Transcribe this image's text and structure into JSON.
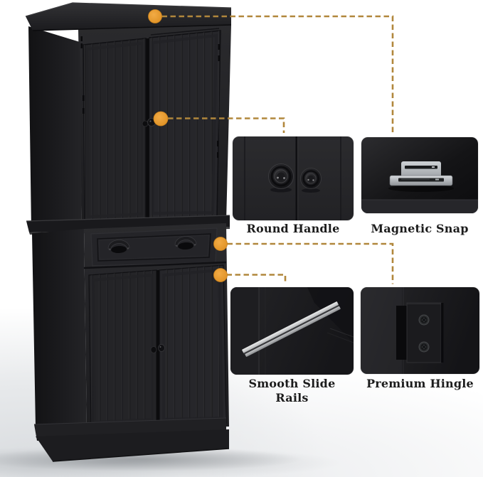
{
  "features": [
    {
      "id": "round-handle",
      "label": "Round Handle"
    },
    {
      "id": "magnetic-snap",
      "label": "Magnetic Snap"
    },
    {
      "id": "smooth-slide-rails",
      "label": "Smooth Slide Rails"
    },
    {
      "id": "premium-hingle",
      "label": "Premium Hingle"
    }
  ],
  "icons": {
    "callout_dot": "filled-orange-circle",
    "leader_line": "gold-dashed-elbow-line"
  },
  "colors": {
    "accent_dot": "#E2992F",
    "dot_rim": "#C9811C",
    "dash_line": "#B1873C",
    "cabinet_body": "#232326",
    "label_text": "#1C1C1C",
    "background": "#FFFFFF"
  }
}
